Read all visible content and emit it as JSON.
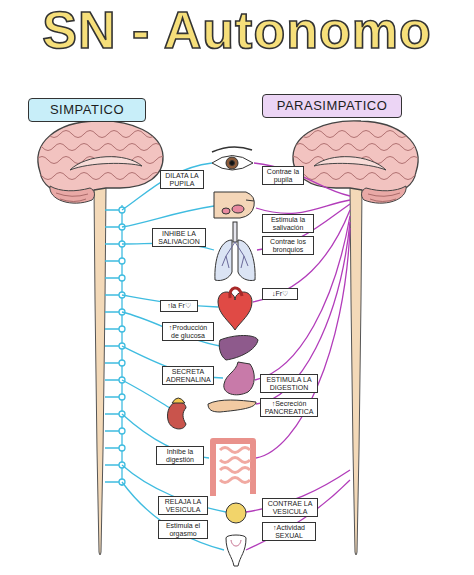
{
  "diagram": {
    "title": "SN - Autonomo",
    "nodes": [
      {
        "text": [
          "SIMPATICO"
        ]
      },
      {
        "text": [
          "PARASIMPATICO"
        ]
      },
      {
        "text": [
          "DILATA LA PUPILA"
        ]
      },
      {
        "text": [
          "Contrae la pupila"
        ]
      },
      {
        "text": [
          "INHIBE LA SALIVACION"
        ]
      },
      {
        "text": [
          "Estimula la salivación"
        ]
      },
      {
        "text": [
          "Contrae los bronquios"
        ]
      },
      {
        "text": [
          "↑la Fr♡"
        ]
      },
      {
        "text": [
          "↓Fr♡"
        ]
      },
      {
        "text": [
          "↑Producción de glucosa"
        ]
      },
      {
        "text": [
          "SECRETA ADRENALINA"
        ]
      },
      {
        "text": [
          "ESTIMULA LA DIGESTION"
        ]
      },
      {
        "text": [
          "↑Secreción PANCREATICA"
        ]
      },
      {
        "text": [
          "Inhibe la digestión"
        ]
      },
      {
        "text": [
          "RELAJA LA VESICULA"
        ]
      },
      {
        "text": [
          "CONTRAE LA VESICULA"
        ]
      },
      {
        "text": [
          "Estimula el orgasmo"
        ]
      },
      {
        "text": [
          "↑Actividad SEXUAL"
        ]
      }
    ]
  }
}
